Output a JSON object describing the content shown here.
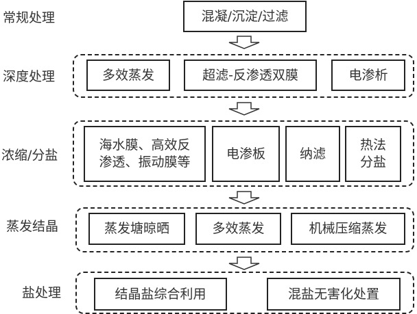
{
  "stages": [
    {
      "label": "常规处理",
      "items": [
        "混凝/沉淀/过滤"
      ]
    },
    {
      "label": "深度处理",
      "items": [
        "多效蒸发",
        "超滤-反渗透双膜",
        "电渗析"
      ]
    },
    {
      "label": "浓缩/分盐",
      "items": [
        "海水膜、高效反\n渗透、振动膜等",
        "电渗板",
        "纳滤",
        "热法\n分盐"
      ]
    },
    {
      "label": "蒸发结晶",
      "items": [
        "蒸发塘晾晒",
        "多效蒸发",
        "机械压缩蒸发"
      ]
    },
    {
      "label": "盐处理",
      "items": [
        "结晶盐综合利用",
        "混盐无害化处置"
      ]
    }
  ],
  "arrow_icon": "hollow-down-arrow"
}
